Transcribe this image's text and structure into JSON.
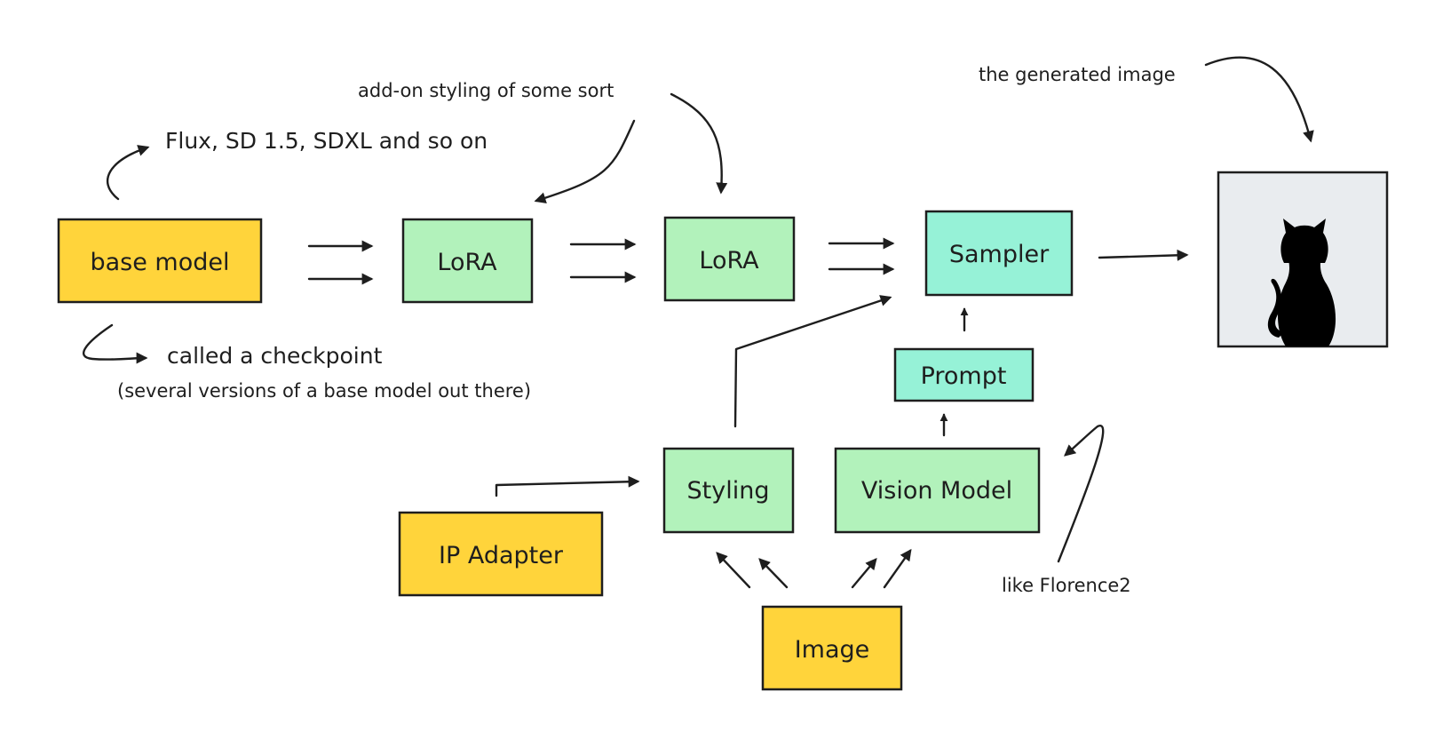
{
  "colors": {
    "yellow": "#ffd43b",
    "green": "#b2f2bb",
    "teal": "#96f2d7",
    "stroke": "#1e1e1e",
    "image_bg": "#e9ecef",
    "cat": "#000000"
  },
  "nodes": {
    "base_model": "base model",
    "lora_1": "LoRA",
    "lora_2": "LoRA",
    "sampler": "Sampler",
    "prompt": "Prompt",
    "styling": "Styling",
    "vision_model": "Vision Model",
    "ip_adapter": "IP Adapter",
    "image": "Image"
  },
  "annotations": {
    "models_list": "Flux, SD 1.5, SDXL and so on",
    "addon_styling": "add-on styling of some sort",
    "generated_image": "the generated image",
    "checkpoint": "called a checkpoint",
    "checkpoint_detail": "(several versions of a base model out there)",
    "florence": "like Florence2"
  },
  "output_image_icon": "cat-silhouette-icon"
}
